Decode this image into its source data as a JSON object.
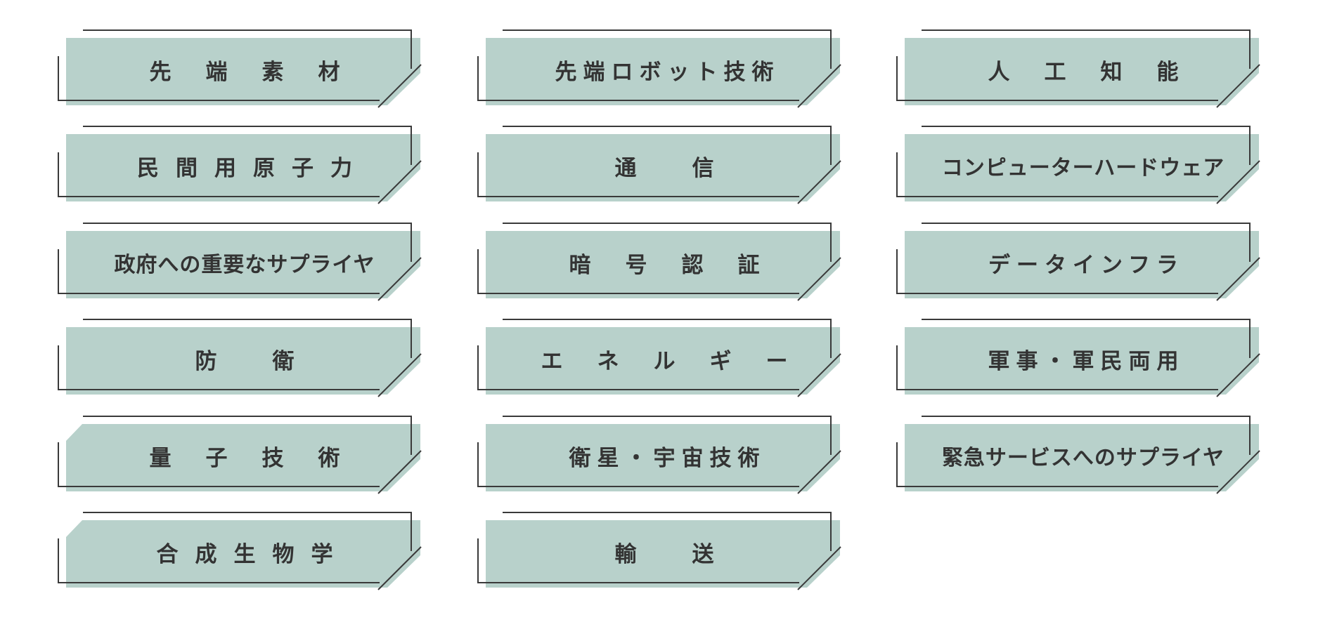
{
  "palette": {
    "fill": "#b8d1cb",
    "line": "#3a3a3a",
    "text": "#333333",
    "background": "#ffffff"
  },
  "columns": [
    {
      "items": [
        {
          "label": "先　端　素　材",
          "notched": false
        },
        {
          "label": "民間用原子力",
          "notched": false
        },
        {
          "label": "政府への重要なサプライヤ",
          "notched": false
        },
        {
          "label": "防　衛",
          "notched": false
        },
        {
          "label": "量　子　技　術",
          "notched": true
        },
        {
          "label": "合成生物学",
          "notched": true
        }
      ]
    },
    {
      "items": [
        {
          "label": "先端ロボット技術",
          "notched": false
        },
        {
          "label": "通　信",
          "notched": false
        },
        {
          "label": "暗　号　認　証",
          "notched": false
        },
        {
          "label": "エ　ネ　ル　ギ　ー",
          "notched": false
        },
        {
          "label": "衛星・宇宙技術",
          "notched": false
        },
        {
          "label": "輸　送",
          "notched": false
        }
      ]
    },
    {
      "items": [
        {
          "label": "人　工　知　能",
          "notched": false
        },
        {
          "label": "コンピューターハードウェア",
          "notched": false
        },
        {
          "label": "データインフラ",
          "notched": false
        },
        {
          "label": "軍事・軍民両用",
          "notched": false
        },
        {
          "label": "緊急サービスへのサプライヤ",
          "notched": false
        }
      ]
    }
  ]
}
